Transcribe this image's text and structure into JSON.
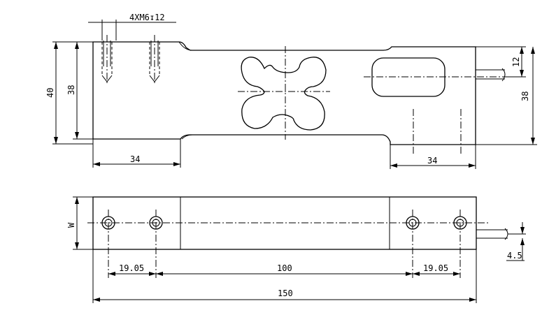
{
  "drawing": {
    "thread_callout": "4XM6↧12",
    "top_view": {
      "left_height_outer": "40",
      "left_height_inner": "38",
      "right_height": "38",
      "cable_offset": "12",
      "left_length": "34",
      "right_length": "34"
    },
    "bottom_view": {
      "width_label": "W",
      "hole_spacing_left": "19.05",
      "hole_spacing_middle": "100",
      "hole_spacing_right": "19.05",
      "total_length": "150",
      "cable_offset": "4.5"
    }
  }
}
